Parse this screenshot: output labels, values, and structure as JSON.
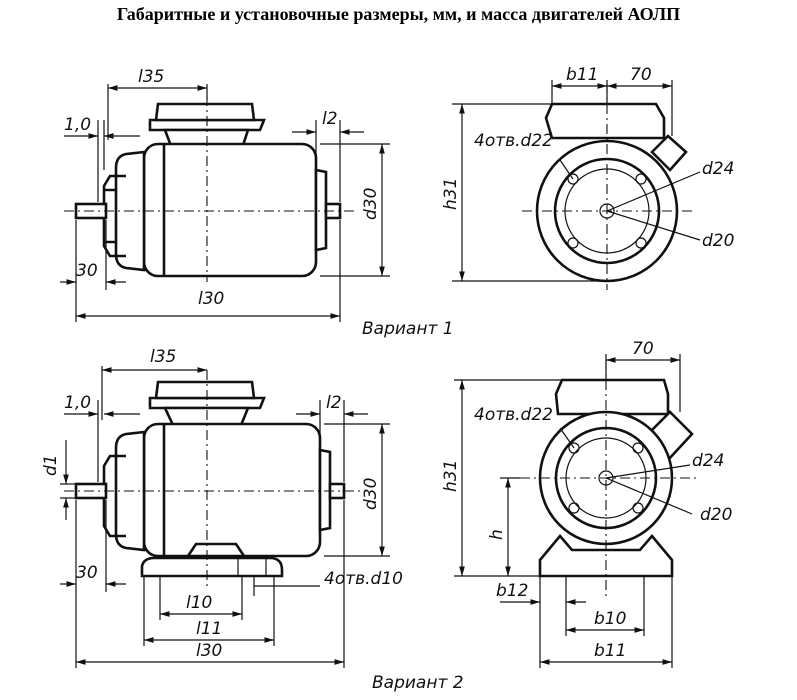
{
  "title": "Габаритные и установочные размеры, мм, и масса двигателей АОЛП",
  "variants": [
    {
      "caption": "Вариант 1",
      "side_labels": {
        "l35": "l35",
        "one0": "1,0",
        "l2": "l2",
        "d30": "d30",
        "thirty": "30",
        "l30": "l30"
      },
      "front_labels": {
        "b11": "b11",
        "seventy": "70",
        "holes": "4отв.d22",
        "h31": "h31",
        "d24": "d24",
        "d20": "d20"
      }
    },
    {
      "caption": "Вариант 2",
      "side_labels": {
        "l35": "l35",
        "one0": "1,0",
        "l2": "l2",
        "d1": "d1",
        "d30": "d30",
        "thirty": "30",
        "holes10": "4отв.d10",
        "l10": "l10",
        "l11": "l11",
        "l30": "l30"
      },
      "front_labels": {
        "seventy": "70",
        "holes": "4отв.d22",
        "h31": "h31",
        "d24": "d24",
        "d20": "d20",
        "h": "h",
        "b12": "b12",
        "b10": "b10",
        "b11": "b11"
      }
    }
  ]
}
